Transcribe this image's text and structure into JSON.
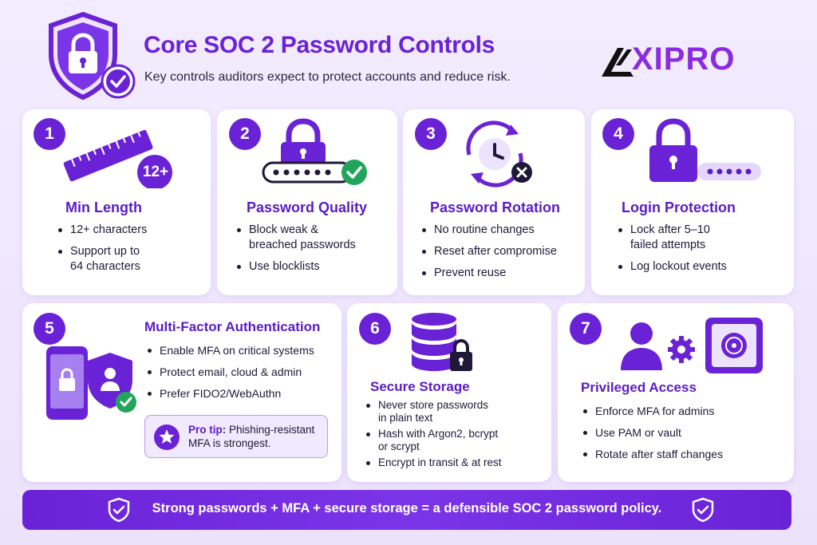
{
  "header": {
    "title": "Core SOC 2 Password Controls",
    "subtitle": "Key controls auditors expect to protect accounts and reduce risk.",
    "logo_text": "XIPRO"
  },
  "colors": {
    "primary": "#6a22d6",
    "dark_purple": "#5a1cc4",
    "success": "#22a55b",
    "background": "#f1e9fd"
  },
  "cards": [
    {
      "number": "1",
      "title": "Min Length",
      "illustration": "ruler-icon",
      "badge_text": "12+",
      "items": [
        "12+ characters",
        "Support up to\n64 characters"
      ]
    },
    {
      "number": "2",
      "title": "Password Quality",
      "illustration": "lock-password-field-icon",
      "items": [
        "Block weak &\nbreached passwords",
        "Use blocklists"
      ]
    },
    {
      "number": "3",
      "title": "Password Rotation",
      "illustration": "clock-rotation-icon",
      "items": [
        "No routine changes",
        "Reset after compromise",
        "Prevent reuse"
      ]
    },
    {
      "number": "4",
      "title": "Login Protection",
      "illustration": "lock-password-bar-icon",
      "items": [
        "Lock after 5–10\nfailed attempts",
        "Log lockout events"
      ]
    },
    {
      "number": "5",
      "title": "Multi-Factor Authentication",
      "illustration": "phone-shield-icon",
      "items": [
        "Enable MFA on critical systems",
        "Protect email, cloud & admin",
        "Prefer FIDO2/WebAuthn"
      ]
    },
    {
      "number": "6",
      "title": "Secure Storage",
      "illustration": "database-lock-icon",
      "items": [
        "Never store passwords\nin plain text",
        "Hash with Argon2, bcrypt\nor scrypt",
        "Encrypt in transit & at rest"
      ]
    },
    {
      "number": "7",
      "title": "Privileged Access",
      "illustration": "user-gear-vault-icon",
      "items": [
        "Enforce MFA for admins",
        "Use PAM or vault",
        "Rotate after staff changes"
      ]
    }
  ],
  "pro_tip": {
    "label": "Pro tip:",
    "text": " Phishing-resistant MFA is strongest."
  },
  "footer": {
    "text": "Strong passwords + MFA + secure storage = a defensible SOC 2 password policy."
  }
}
